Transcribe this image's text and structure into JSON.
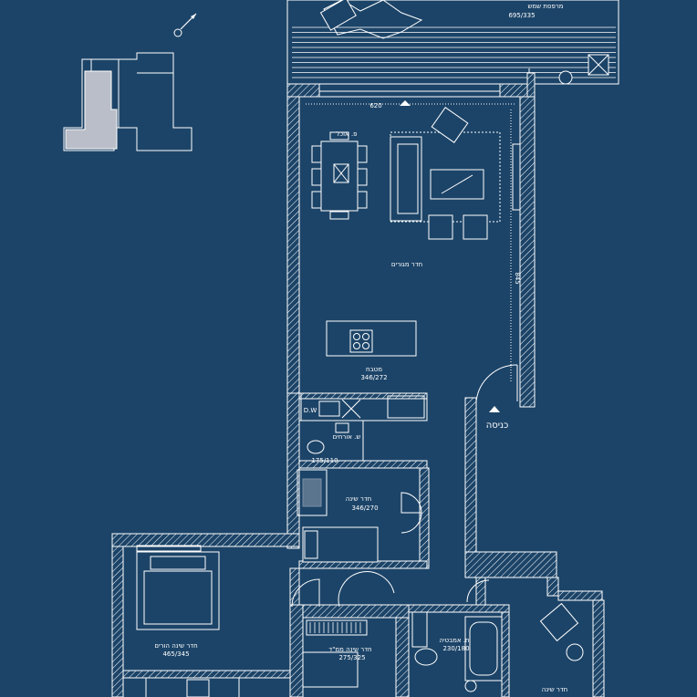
{
  "plan": {
    "background": "#1c4468",
    "line_color": "#ffffff",
    "key_plan_highlight": "#b9bec8",
    "rooms": [
      {
        "id": "balcony",
        "name": "מרפסת שמש",
        "dims": "695/335"
      },
      {
        "id": "living",
        "name": "חדר מגורים",
        "dims": ""
      },
      {
        "id": "dining",
        "name": "פ. אוכל",
        "dims": ""
      },
      {
        "id": "kitchen",
        "name": "מטבח",
        "dims": "346/272"
      },
      {
        "id": "guest-wc",
        "name": "ש. אורחים",
        "dims": "175/110"
      },
      {
        "id": "bedroom1",
        "name": "חדר שינה",
        "dims": "346/270"
      },
      {
        "id": "master",
        "name": "חדר שינה הורים",
        "dims": "465/345"
      },
      {
        "id": "mamad",
        "name": "חדר שינה ממ\"ד",
        "dims": "275/325"
      },
      {
        "id": "bath",
        "name": "ח. אמבטיה",
        "dims": "230/180"
      },
      {
        "id": "bedroom2",
        "name": "חדר שינה",
        "dims": ""
      }
    ],
    "entrance_label": "כניסה",
    "dimension_620": "620",
    "dimension_845": "845",
    "dw_label": "D.W",
    "compass_icon": "compass-icon"
  }
}
